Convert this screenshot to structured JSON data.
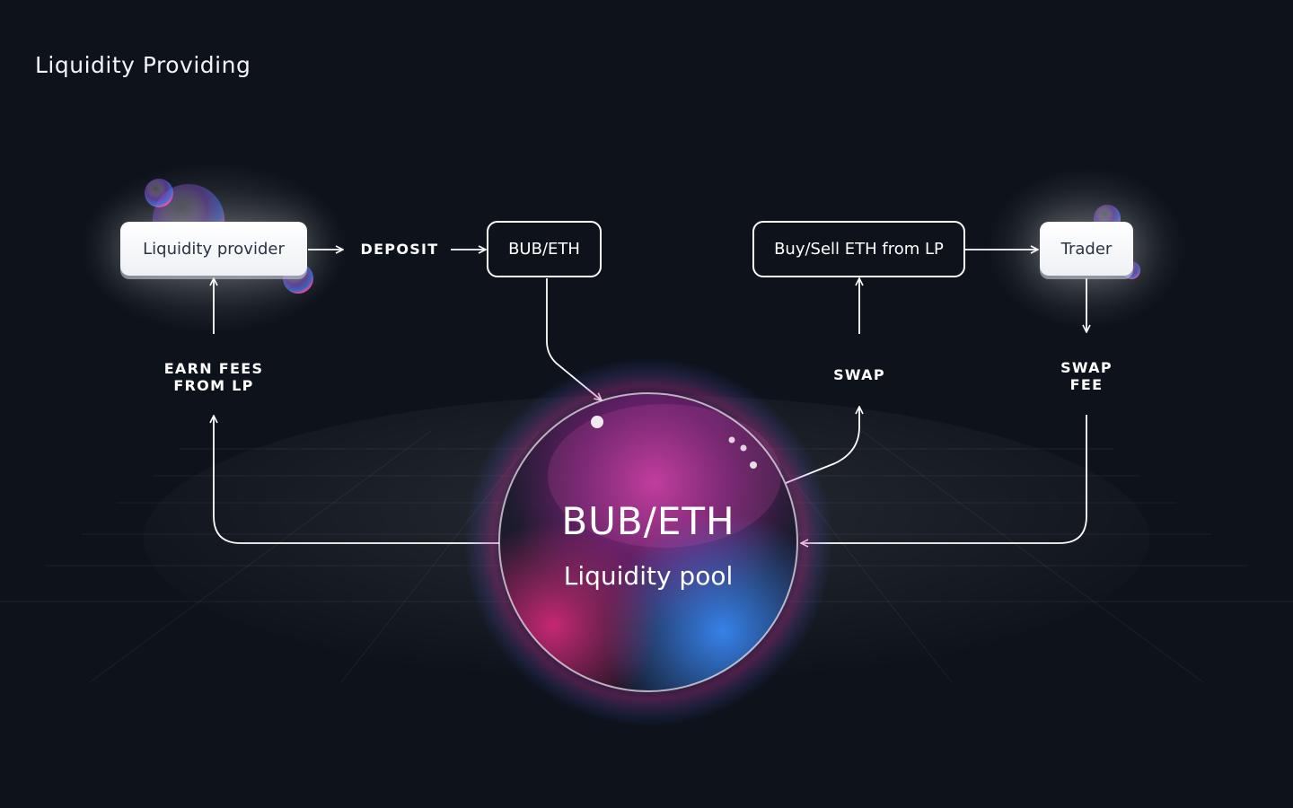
{
  "title": "Liquidity Providing",
  "nodes": {
    "liquidity_provider": "Liquidity provider",
    "deposit": "DEPOSIT",
    "bub_eth_box": "BUB/ETH",
    "buy_sell_box": "Buy/Sell ETH from LP",
    "trader": "Trader",
    "earn_fees_line1": "EARN FEES",
    "earn_fees_line2": "FROM LP",
    "swap": "SWAP",
    "swap_fee_line1": "SWAP",
    "swap_fee_line2": "FEE"
  },
  "pool": {
    "pair": "BUB/ETH",
    "label": "Liquidity pool"
  },
  "colors": {
    "background": "#0e131b",
    "accent_pink": "#d0268f",
    "accent_blue": "#2f8cff",
    "line": "#ffffff"
  }
}
